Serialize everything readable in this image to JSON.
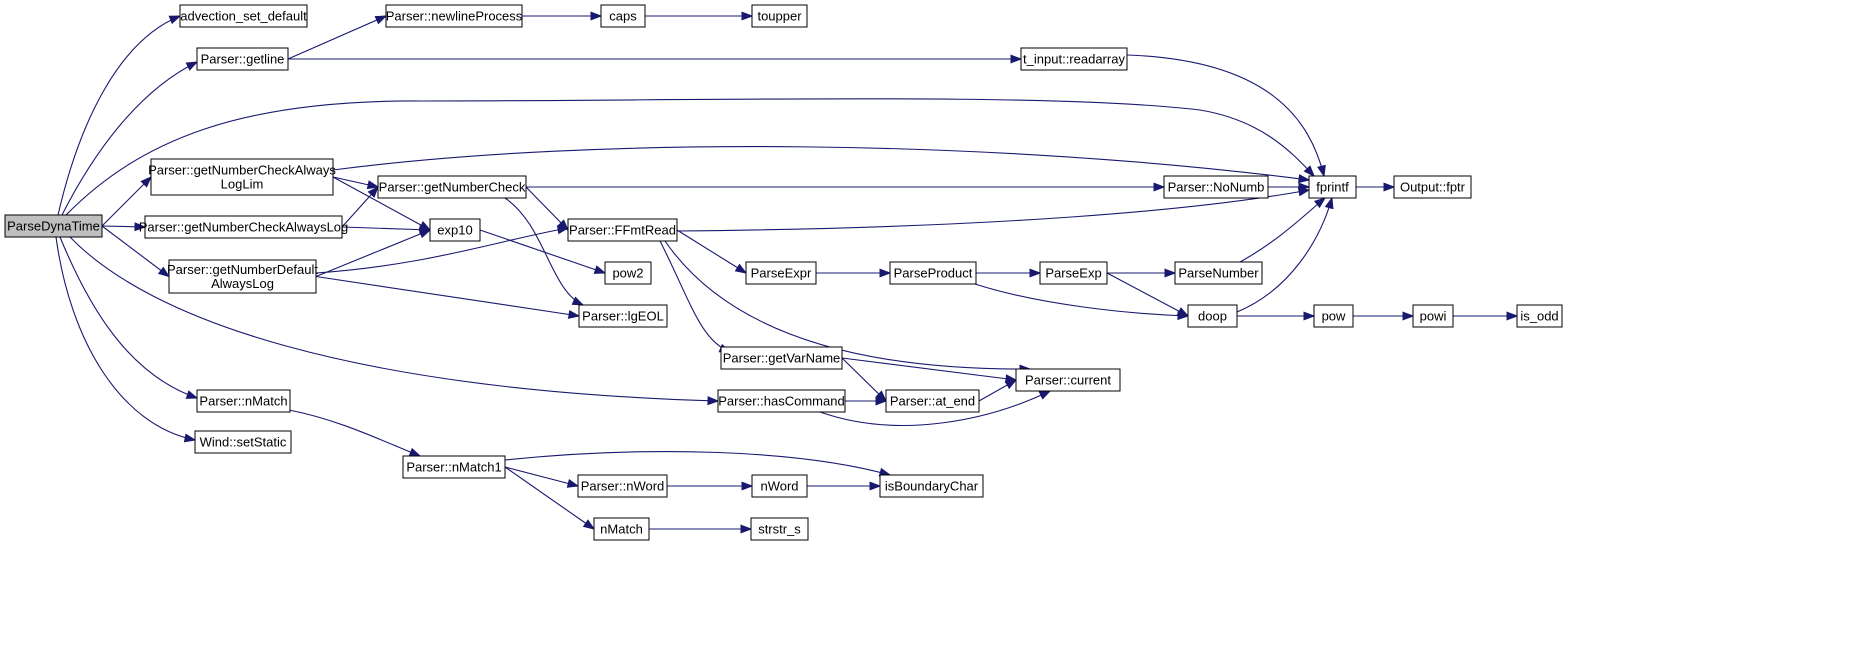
{
  "diagram": {
    "type": "call-graph",
    "colors": {
      "edge": "#191970",
      "node_border": "#000000",
      "root_fill": "#bfbfbf",
      "node_fill": "#ffffff"
    },
    "nodes": [
      {
        "id": "ParseDynaTime",
        "lines": [
          "ParseDynaTime"
        ],
        "root": true
      },
      {
        "id": "advection_set_default",
        "lines": [
          "advection_set_default"
        ]
      },
      {
        "id": "Parser::getline",
        "lines": [
          "Parser::getline"
        ]
      },
      {
        "id": "Parser::getNumberCheckAlwaysLogLim",
        "lines": [
          "Parser::getNumberCheckAlways",
          "LogLim"
        ]
      },
      {
        "id": "Parser::getNumberCheckAlwaysLog",
        "lines": [
          "Parser::getNumberCheckAlwaysLog"
        ]
      },
      {
        "id": "Parser::getNumberDefaultAlwaysLog",
        "lines": [
          "Parser::getNumberDefault",
          "AlwaysLog"
        ]
      },
      {
        "id": "Parser::nMatch",
        "lines": [
          "Parser::nMatch"
        ]
      },
      {
        "id": "Wind::setStatic",
        "lines": [
          "Wind::setStatic"
        ]
      },
      {
        "id": "Parser::newlineProcess",
        "lines": [
          "Parser::newlineProcess"
        ]
      },
      {
        "id": "caps",
        "lines": [
          "caps"
        ]
      },
      {
        "id": "toupper",
        "lines": [
          "toupper"
        ]
      },
      {
        "id": "t_input::readarray",
        "lines": [
          "t_input::readarray"
        ]
      },
      {
        "id": "Parser::getNumberCheck",
        "lines": [
          "Parser::getNumberCheck"
        ]
      },
      {
        "id": "exp10",
        "lines": [
          "exp10"
        ]
      },
      {
        "id": "Parser::FFmtRead",
        "lines": [
          "Parser::FFmtRead"
        ]
      },
      {
        "id": "pow2",
        "lines": [
          "pow2"
        ]
      },
      {
        "id": "Parser::lgEOL",
        "lines": [
          "Parser::lgEOL"
        ]
      },
      {
        "id": "Parser::NoNumb",
        "lines": [
          "Parser::NoNumb"
        ]
      },
      {
        "id": "fprintf",
        "lines": [
          "fprintf"
        ]
      },
      {
        "id": "Output::fptr",
        "lines": [
          "Output::fptr"
        ]
      },
      {
        "id": "ParseExpr",
        "lines": [
          "ParseExpr"
        ]
      },
      {
        "id": "ParseProduct",
        "lines": [
          "ParseProduct"
        ]
      },
      {
        "id": "ParseExp",
        "lines": [
          "ParseExp"
        ]
      },
      {
        "id": "ParseNumber",
        "lines": [
          "ParseNumber"
        ]
      },
      {
        "id": "doop",
        "lines": [
          "doop"
        ]
      },
      {
        "id": "pow",
        "lines": [
          "pow"
        ]
      },
      {
        "id": "powi",
        "lines": [
          "powi"
        ]
      },
      {
        "id": "is_odd",
        "lines": [
          "is_odd"
        ]
      },
      {
        "id": "Parser::getVarName",
        "lines": [
          "Parser::getVarName"
        ]
      },
      {
        "id": "Parser::current",
        "lines": [
          "Parser::current"
        ]
      },
      {
        "id": "Parser::hasCommand",
        "lines": [
          "Parser::hasCommand"
        ]
      },
      {
        "id": "Parser::at_end",
        "lines": [
          "Parser::at_end"
        ]
      },
      {
        "id": "Parser::nMatch1",
        "lines": [
          "Parser::nMatch1"
        ]
      },
      {
        "id": "Parser::nWord",
        "lines": [
          "Parser::nWord"
        ]
      },
      {
        "id": "nWord",
        "lines": [
          "nWord"
        ]
      },
      {
        "id": "isBoundaryChar",
        "lines": [
          "isBoundaryChar"
        ]
      },
      {
        "id": "nMatch",
        "lines": [
          "nMatch"
        ]
      },
      {
        "id": "strstr_s",
        "lines": [
          "strstr_s"
        ]
      }
    ],
    "edges": [
      {
        "from": "ParseDynaTime",
        "to": "advection_set_default"
      },
      {
        "from": "ParseDynaTime",
        "to": "Parser::getline"
      },
      {
        "from": "ParseDynaTime",
        "to": "fprintf"
      },
      {
        "from": "ParseDynaTime",
        "to": "Parser::getNumberCheckAlwaysLogLim"
      },
      {
        "from": "ParseDynaTime",
        "to": "Parser::getNumberCheckAlwaysLog"
      },
      {
        "from": "ParseDynaTime",
        "to": "Parser::getNumberDefaultAlwaysLog"
      },
      {
        "from": "ParseDynaTime",
        "to": "Parser::hasCommand"
      },
      {
        "from": "ParseDynaTime",
        "to": "Parser::nMatch"
      },
      {
        "from": "ParseDynaTime",
        "to": "Wind::setStatic"
      },
      {
        "from": "Parser::getline",
        "to": "Parser::newlineProcess"
      },
      {
        "from": "Parser::getline",
        "to": "t_input::readarray"
      },
      {
        "from": "Parser::newlineProcess",
        "to": "caps"
      },
      {
        "from": "caps",
        "to": "toupper"
      },
      {
        "from": "t_input::readarray",
        "to": "fprintf"
      },
      {
        "from": "Parser::getNumberCheckAlwaysLogLim",
        "to": "fprintf"
      },
      {
        "from": "Parser::getNumberCheckAlwaysLogLim",
        "to": "Parser::getNumberCheck"
      },
      {
        "from": "Parser::getNumberCheckAlwaysLogLim",
        "to": "exp10"
      },
      {
        "from": "Parser::getNumberCheckAlwaysLog",
        "to": "Parser::getNumberCheck"
      },
      {
        "from": "Parser::getNumberCheckAlwaysLog",
        "to": "exp10"
      },
      {
        "from": "Parser::getNumberDefaultAlwaysLog",
        "to": "exp10"
      },
      {
        "from": "Parser::getNumberDefaultAlwaysLog",
        "to": "Parser::FFmtRead"
      },
      {
        "from": "Parser::getNumberDefaultAlwaysLog",
        "to": "Parser::lgEOL"
      },
      {
        "from": "Parser::getNumberCheck",
        "to": "Parser::NoNumb"
      },
      {
        "from": "Parser::getNumberCheck",
        "to": "Parser::FFmtRead"
      },
      {
        "from": "Parser::getNumberCheck",
        "to": "Parser::lgEOL"
      },
      {
        "from": "exp10",
        "to": "pow2"
      },
      {
        "from": "Parser::FFmtRead",
        "to": "fprintf"
      },
      {
        "from": "Parser::FFmtRead",
        "to": "ParseExpr"
      },
      {
        "from": "Parser::FFmtRead",
        "to": "Parser::getVarName"
      },
      {
        "from": "Parser::FFmtRead",
        "to": "Parser::current"
      },
      {
        "from": "Parser::NoNumb",
        "to": "fprintf"
      },
      {
        "from": "fprintf",
        "to": "Output::fptr"
      },
      {
        "from": "ParseExpr",
        "to": "ParseProduct"
      },
      {
        "from": "ParseProduct",
        "to": "ParseExp"
      },
      {
        "from": "ParseProduct",
        "to": "doop"
      },
      {
        "from": "ParseExp",
        "to": "ParseNumber"
      },
      {
        "from": "ParseExp",
        "to": "doop"
      },
      {
        "from": "ParseNumber",
        "to": "fprintf"
      },
      {
        "from": "doop",
        "to": "fprintf"
      },
      {
        "from": "doop",
        "to": "pow"
      },
      {
        "from": "pow",
        "to": "powi"
      },
      {
        "from": "powi",
        "to": "is_odd"
      },
      {
        "from": "Parser::getVarName",
        "to": "Parser::current"
      },
      {
        "from": "Parser::getVarName",
        "to": "Parser::at_end"
      },
      {
        "from": "Parser::hasCommand",
        "to": "Parser::at_end"
      },
      {
        "from": "Parser::hasCommand",
        "to": "Parser::current"
      },
      {
        "from": "Parser::at_end",
        "to": "Parser::current"
      },
      {
        "from": "Parser::nMatch",
        "to": "Parser::nMatch1"
      },
      {
        "from": "Parser::nMatch1",
        "to": "isBoundaryChar"
      },
      {
        "from": "Parser::nMatch1",
        "to": "Parser::nWord"
      },
      {
        "from": "Parser::nMatch1",
        "to": "nMatch"
      },
      {
        "from": "Parser::nWord",
        "to": "nWord"
      },
      {
        "from": "nWord",
        "to": "isBoundaryChar"
      },
      {
        "from": "nMatch",
        "to": "strstr_s"
      }
    ]
  }
}
